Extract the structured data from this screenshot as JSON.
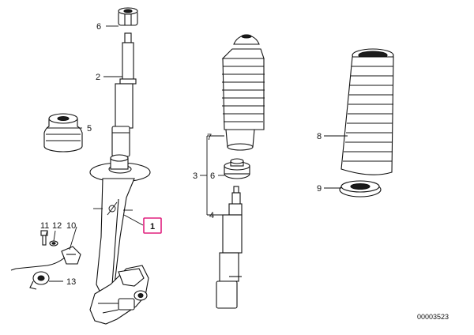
{
  "callouts": {
    "c1": "1",
    "c2": "2",
    "c3": "3",
    "c4": "4",
    "c5": "5",
    "c6a": "6",
    "c6b": "6",
    "c7": "7",
    "c8": "8",
    "c9": "9",
    "c10": "10",
    "c11": "11",
    "c12": "12",
    "c13": "13"
  },
  "diagram_number": "00003523",
  "highlight_color": "#e0207e"
}
